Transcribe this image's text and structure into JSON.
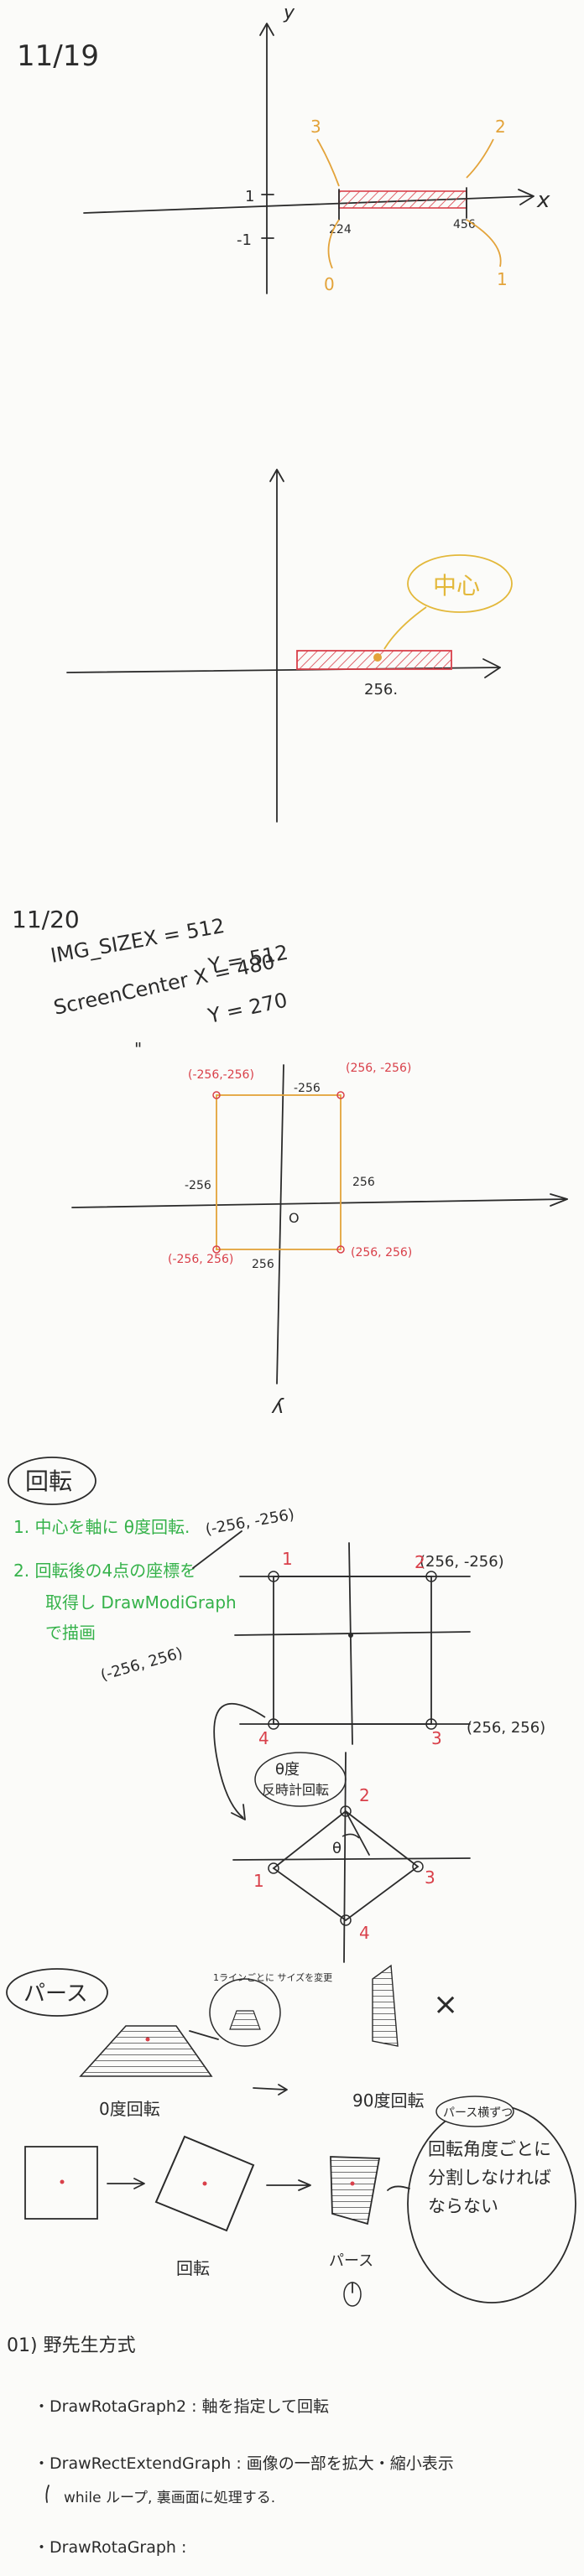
{
  "section1": {
    "date": "11/19",
    "axis_y": "y",
    "axis_x": "x",
    "tick_pos": "1",
    "tick_neg": "-1",
    "val_left": "224",
    "val_right": "456",
    "corner_3": "3",
    "corner_2": "2",
    "corner_0": "0",
    "corner_1": "1"
  },
  "section2": {
    "callout": "中心",
    "value": "256."
  },
  "section3": {
    "date": "11/20",
    "line1": "IMG_SIZEX = 512",
    "line2": "Y = 512",
    "line3": "ScreenCenter X = 480",
    "line4": "Y = 270",
    "ditto": "\"",
    "axis_y": "y",
    "coord_tl": "(-256,-256)",
    "coord_tr": "(256, -256)",
    "coord_bl": "(-256, 256)",
    "coord_br": "(256, 256)",
    "tick_top": "-256",
    "tick_left": "-256",
    "tick_right": "256",
    "tick_bottom": "256",
    "origin": "O"
  },
  "section4": {
    "title": "回転",
    "step1": "1. 中心を軸に θ度回転.",
    "step2a": "2. 回転後の4点の座標を",
    "step2b": "取得し DrawModiGraph",
    "step2c": "で描画",
    "coord_tl": "(-256, -256)",
    "coord_tr": "(256, -256)",
    "coord_bl": "(-256, 256)",
    "coord_br": "(256, 256)",
    "n1": "1",
    "n2": "2",
    "n3": "3",
    "n4": "4",
    "theta": "θ",
    "note_deg": "θ度",
    "note_dir": "反時計回転"
  },
  "section5": {
    "title": "パース",
    "bubble": "1ラインごとに サイズを変更",
    "label_zero": "0度回転",
    "label_ninety": "90度回転",
    "cross": "×"
  },
  "section6": {
    "label_rotate": "回転",
    "label_perse": "パース",
    "bubble_top": "パース横ずつ",
    "bubble_body": "回転角度ごとに分割しなければならない"
  },
  "section7": {
    "heading": "01) 野先生方式",
    "item1": "・DrawRotaGraph2 : 軸を指定して回転",
    "item2": "・DrawRectExtendGraph : 画像の一部を拡大・縮小表示",
    "item2_sub": "while ループ, 裏画面に処理する.",
    "item3": "・DrawRotaGraph :"
  }
}
